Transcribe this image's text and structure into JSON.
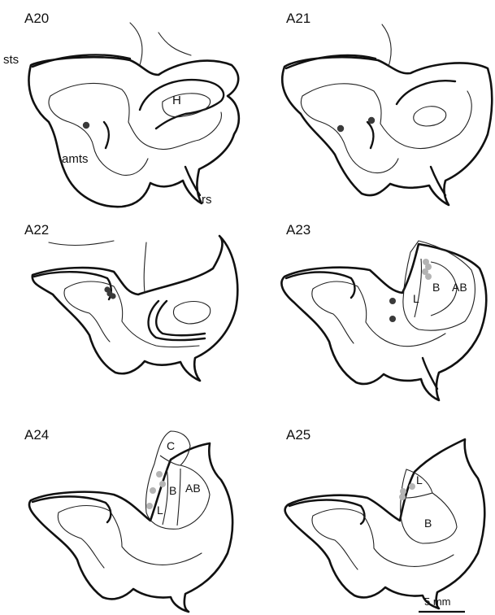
{
  "panels": [
    {
      "id": "A20",
      "annotations": {
        "sts": "sts",
        "amts": "amts",
        "rs": "rs",
        "H": "H"
      }
    },
    {
      "id": "A21"
    },
    {
      "id": "A22"
    },
    {
      "id": "A23",
      "nuclei": {
        "L": "L",
        "B": "B",
        "AB": "AB"
      }
    },
    {
      "id": "A24",
      "nuclei": {
        "C": "C",
        "L": "L",
        "B": "B",
        "AB": "AB"
      }
    },
    {
      "id": "A25",
      "nuclei": {
        "L": "L",
        "B": "B"
      }
    }
  ],
  "scale_bar": {
    "label": "5 mm"
  },
  "colors": {
    "dark_dot": "#3a3a3a",
    "light_dot": "#b4b4b4"
  }
}
